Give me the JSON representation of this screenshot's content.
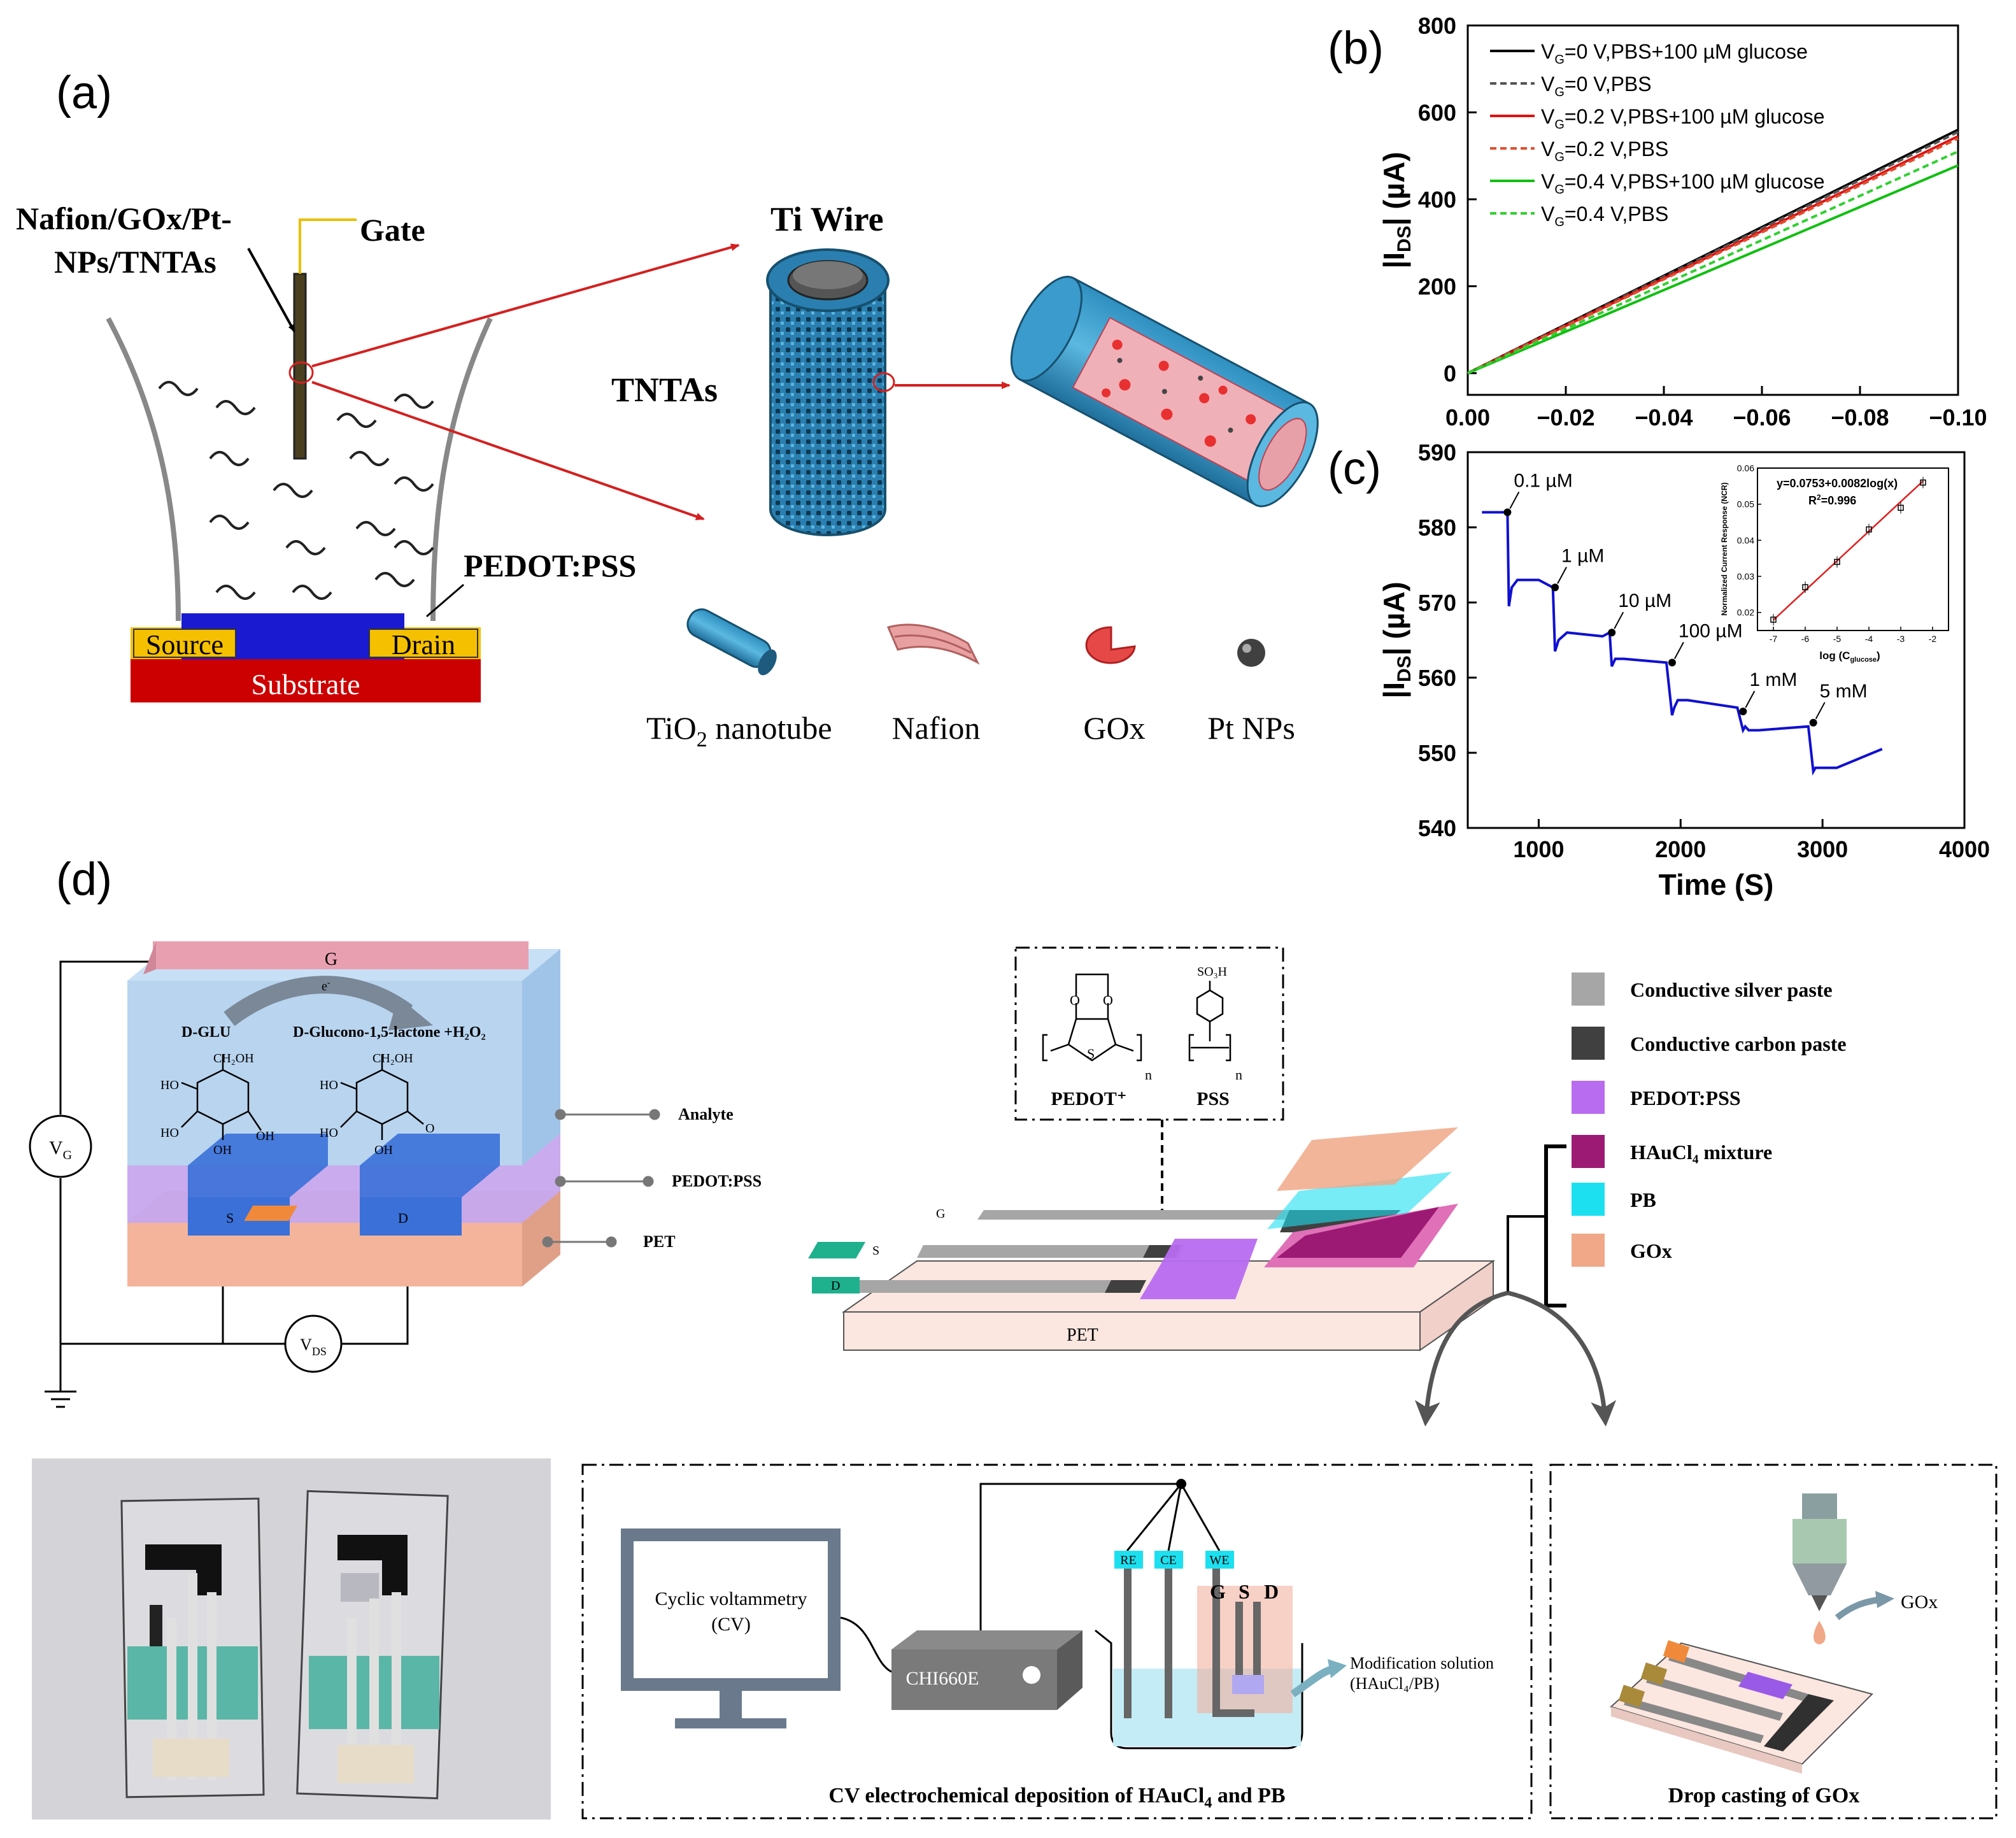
{
  "panel_labels": {
    "a": "(a)",
    "b": "(b)",
    "c": "(c)",
    "d": "(d)"
  },
  "panel_a": {
    "electrode_label_1": "Nafion/GOx/Pt-",
    "electrode_label_2": "NPs/TNTAs",
    "gate": "Gate",
    "pedot": "PEDOT:PSS",
    "source": "Source",
    "drain": "Drain",
    "substrate": "Substrate",
    "ti_wire": "Ti Wire",
    "tntas": "TNTAs",
    "legend": {
      "tio2": "TiO",
      "tio2_sub": "2",
      "tio2_rest": " nanotube",
      "nafion": "Nafion",
      "gox": "GOx",
      "ptnps": "Pt NPs"
    },
    "colors": {
      "source_drain": "#f5c000",
      "substrate": "#cc0000",
      "channel": "#1a1ad0",
      "arrow": "#d42020"
    }
  },
  "chart_data": [
    {
      "type": "line",
      "panel": "(b)",
      "xlim": [
        0.0,
        -0.1
      ],
      "ylim": [
        -50,
        800
      ],
      "xticks": [
        "0.00",
        "−0.02",
        "−0.04",
        "−0.06",
        "−0.08",
        "−0.10"
      ],
      "yticks": [
        "0",
        "200",
        "400",
        "600",
        "800"
      ],
      "ylabel_pre": "|I",
      "ylabel_sub": "DS",
      "ylabel_post": "| (µA)",
      "xlabel": "",
      "x": [
        0.0,
        -0.1
      ],
      "series": [
        {
          "name_pre": "V",
          "name_sub": "G",
          "name_post": "=0 V,PBS+100 µM glucose",
          "color": "#000000",
          "dash": false,
          "values": [
            0,
            560
          ]
        },
        {
          "name_pre": "V",
          "name_sub": "G",
          "name_post": "=0 V,PBS",
          "color": "#555555",
          "dash": true,
          "values": [
            0,
            555
          ]
        },
        {
          "name_pre": "V",
          "name_sub": "G",
          "name_post": "=0.2 V,PBS+100 µM glucose",
          "color": "#e01010",
          "dash": false,
          "values": [
            0,
            545
          ]
        },
        {
          "name_pre": "V",
          "name_sub": "G",
          "name_post": "=0.2 V,PBS",
          "color": "#e05030",
          "dash": true,
          "values": [
            0,
            540
          ]
        },
        {
          "name_pre": "V",
          "name_sub": "G",
          "name_post": "=0.4 V,PBS+100 µM glucose",
          "color": "#10c010",
          "dash": false,
          "values": [
            0,
            478
          ]
        },
        {
          "name_pre": "V",
          "name_sub": "G",
          "name_post": "=0.4 V,PBS",
          "color": "#30d030",
          "dash": true,
          "values": [
            0,
            510
          ]
        }
      ],
      "legend": "top-left"
    },
    {
      "type": "line",
      "panel": "(c)",
      "xlim": [
        500,
        4000
      ],
      "ylim": [
        540,
        590
      ],
      "xticks": [
        "1000",
        "2000",
        "3000",
        "4000"
      ],
      "yticks": [
        "540",
        "550",
        "560",
        "570",
        "580",
        "590"
      ],
      "xlabel": "Time (S)",
      "ylabel_pre": "|I",
      "ylabel_sub": "DS",
      "ylabel_post": "| (µA)",
      "series": [
        {
          "name": "",
          "color": "#1010d0",
          "x": [
            600,
            780,
            790,
            810,
            850,
            1000,
            1100,
            1115,
            1140,
            1200,
            1450,
            1500,
            1515,
            1540,
            1600,
            1900,
            1940,
            1955,
            1980,
            2050,
            2400,
            2440,
            2455,
            2480,
            2550,
            2900,
            2935,
            2950,
            2980,
            3100,
            3420
          ],
          "values": [
            582,
            582,
            569.5,
            572,
            573,
            573,
            572,
            563.5,
            565,
            566,
            565.5,
            566,
            561.5,
            562.5,
            562.5,
            562,
            555,
            556,
            557,
            557,
            556,
            553,
            553.5,
            553,
            553,
            553.5,
            547.5,
            548,
            548,
            548,
            550.5
          ]
        }
      ],
      "annotations": [
        {
          "text": "0.1 µM",
          "x": 780,
          "y": 582
        },
        {
          "text": "1 µM",
          "x": 1115,
          "y": 572
        },
        {
          "text": "10 µM",
          "x": 1515,
          "y": 566
        },
        {
          "text": "100 µM",
          "x": 1940,
          "y": 562
        },
        {
          "text": "1 mM",
          "x": 2440,
          "y": 555.5
        },
        {
          "text": "5 mM",
          "x": 2935,
          "y": 554
        }
      ],
      "inset": {
        "type": "scatter",
        "equation": "y=0.0753+0.0082log(x)",
        "r2_pre": "R",
        "r2_sup": "2",
        "r2_post": "=0.996",
        "xlabel": "log (C",
        "xlabel_sub": "glucose",
        "xlabel_post": ")",
        "ylabel": "Normalized Current Response (NCR)",
        "xlim": [
          -7.5,
          -1.5
        ],
        "ylim": [
          0.015,
          0.06
        ],
        "xticks": [
          "-7",
          "-6",
          "-5",
          "-4",
          "-3",
          "-2"
        ],
        "yticks": [
          "0.02",
          "0.03",
          "0.04",
          "0.05",
          "0.06"
        ],
        "x": [
          -7,
          -6,
          -5,
          -4,
          -3,
          -2.3
        ],
        "values": [
          0.018,
          0.027,
          0.034,
          0.043,
          0.049,
          0.056
        ],
        "fit": [
          0.0179,
          0.0261,
          0.0343,
          0.0425,
          0.0507,
          0.0564
        ]
      }
    }
  ],
  "panel_d": {
    "gate": "G",
    "electron_pre": "e",
    "electron_sup": "-",
    "dglu": "D-GLU",
    "product": "D-Glucono-1,5-lactone +H₂O₂",
    "analyte": "Analyte",
    "pedot": "PEDOT:PSS",
    "pet": "PET",
    "s": "S",
    "d": "D",
    "vg_pre": "V",
    "vg_sub": "G",
    "vds_pre": "V",
    "vds_sub": "DS",
    "chem": {
      "ho": "HO",
      "oh": "OH",
      "ch2oh": "CH₂OH",
      "o": "O",
      "s": "S",
      "so3h": "SO₃H",
      "n": "n",
      "pedot_plus": "PEDOT⁺",
      "pss": "PSS"
    },
    "device": {
      "g": "G",
      "s": "S",
      "d": "D",
      "pet": "PET"
    },
    "legend": [
      {
        "label": "Conductive silver paste",
        "color": "#a6a6a6"
      },
      {
        "label": "Conductive carbon paste",
        "color": "#404040"
      },
      {
        "label": "PEDOT:PSS",
        "color": "#b86cf0"
      },
      {
        "label": "HAuCl₄ mixture",
        "color": "#9c1a74"
      },
      {
        "label": "PB",
        "color": "#1ce0f0"
      },
      {
        "label": "GOx",
        "color": "#f0a888"
      }
    ],
    "cv": {
      "monitor_line1": "Cyclic voltammetry",
      "monitor_line2": "(CV)",
      "instrument": "CHI660E",
      "re": "RE",
      "ce": "CE",
      "we": "WE",
      "g": "G",
      "s": "S",
      "d": "D",
      "solution_line1": "Modification solution",
      "solution_line2": "(HAuCl₄/PB)",
      "caption_pre": "CV electrochemical deposition of  HAuCl",
      "caption_sub": "4",
      "caption_post": " and PB"
    },
    "drop": {
      "gox": "GOx",
      "caption": "Drop casting of GOx"
    }
  }
}
